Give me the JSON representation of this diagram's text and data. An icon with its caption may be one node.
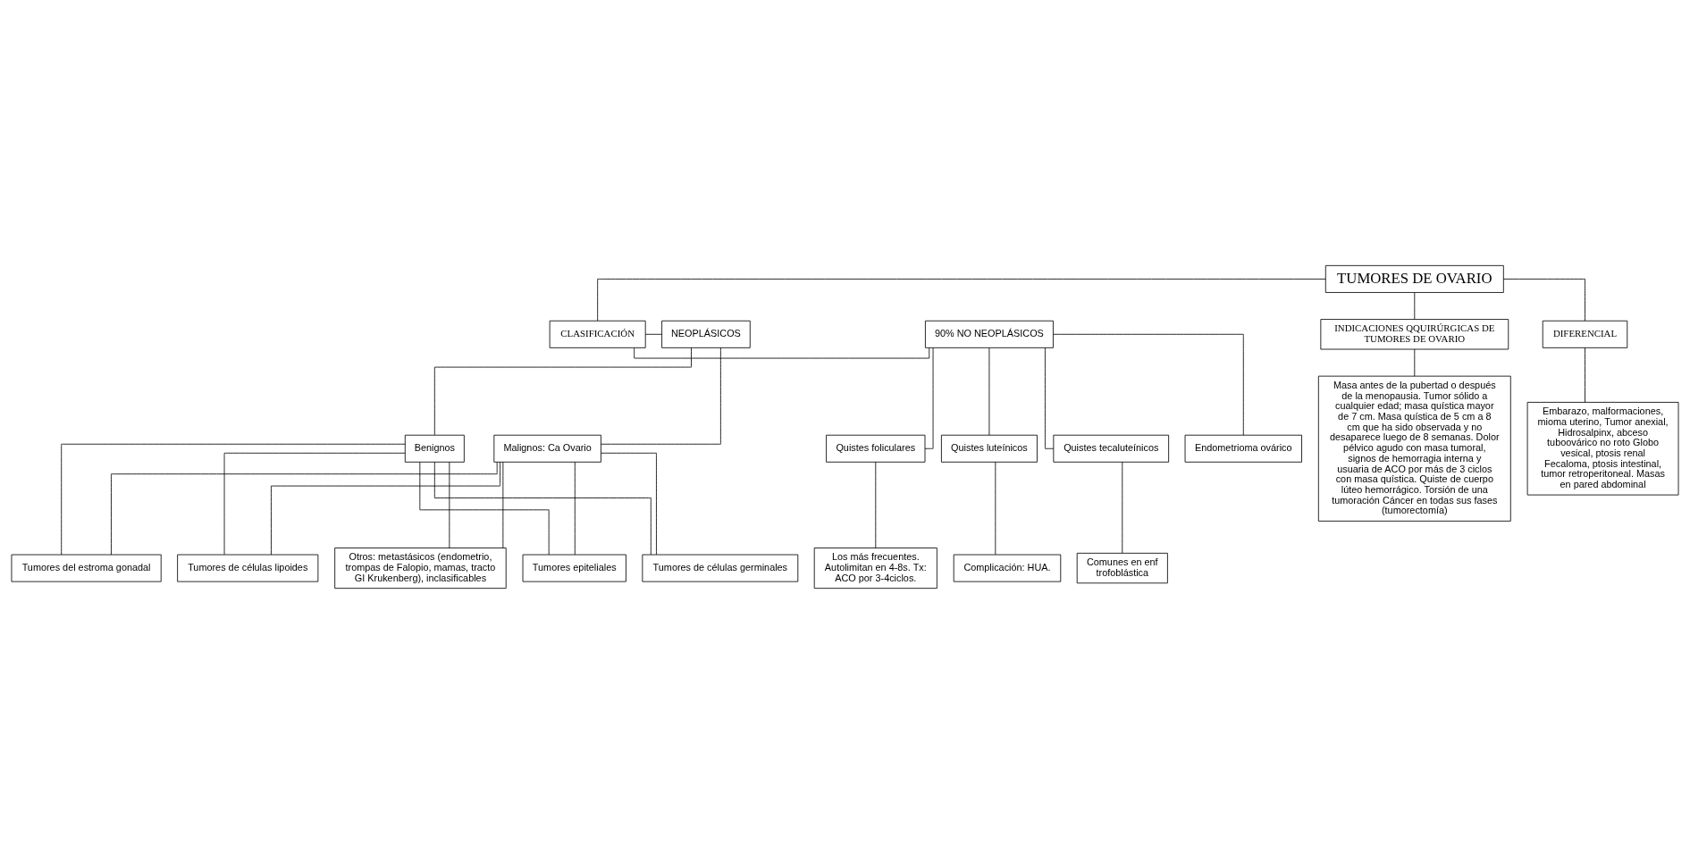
{
  "diagram": {
    "nodes": [
      {
        "text": [
          "TUMORES DE OVARIO"
        ]
      },
      {
        "text": [
          "90% NO NEOPLÁSICOS"
        ]
      },
      {
        "text": [
          "CLASIFICACIÓN"
        ]
      },
      {
        "text": [
          "NEOPLÁSICOS"
        ]
      },
      {
        "text": [
          "DIFERENCIAL"
        ]
      },
      {
        "text": [
          "INDICACIONES QQUIRÚRGICAS DE TUMORES DE OVARIO"
        ]
      },
      {
        "text": [
          "Quistes foliculares"
        ]
      },
      {
        "text": [
          "Los más frecuentes. Autolimitan en 4-8s. Tx: ACO por 3-4ciclos."
        ]
      },
      {
        "text": [
          "Quistes luteínicos"
        ]
      },
      {
        "text": [
          "Complicación: HUA."
        ]
      },
      {
        "text": [
          "Quistes tecaluteínicos"
        ]
      },
      {
        "text": [
          "Comunes en enf trofoblástica"
        ]
      },
      {
        "text": [
          "Endometrioma ovárico"
        ]
      },
      {
        "text": [
          "Benignos"
        ]
      },
      {
        "text": [
          "Malignos: Ca Ovario"
        ]
      },
      {
        "text": [
          "Tumores epiteliales"
        ]
      },
      {
        "text": [
          "Tumores de células germinales"
        ]
      },
      {
        "text": [
          "Tumores del estroma gonadal"
        ]
      },
      {
        "text": [
          "Tumores de células lipoides"
        ]
      },
      {
        "text": [
          "Otros: metastásicos (endometrio, trompas de Falopio, mamas, tracto GI Krukenberg), inclasificables"
        ]
      },
      {
        "text": [
          "Embarazo, malformaciones, mioma uterino, Tumor anexial, Hidrosalpinx, abceso tuboovárico no roto Globo vesical, ptosis renal Fecaloma, ptosis intestinal, tumor retroperitoneal. Masas en pared abdominal"
        ]
      },
      {
        "text": [
          "Masa antes de la pubertad o después de la menopausia. Tumor sólido a cualquier edad; masa quística mayor de 7 cm. Masa quística de 5 cm a 8 cm que ha sido observada y no desaparece luego de 8 semanas. Dolor pélvico agudo con masa tumoral, signos de hemorragia interna y usuaria de ACO por más de 3 ciclos con masa quística. Quiste de cuerpo lúteo hemorrágico. Torsión de una tumoración Cáncer en todas sus fases (tumorectomía)"
        ]
      }
    ],
    "edges": [
      {
        "from": 0,
        "to": 2,
        "arrow": "none"
      },
      {
        "from": 0,
        "to": 4,
        "arrow": "none"
      },
      {
        "from": 0,
        "to": 5,
        "arrow": "none"
      },
      {
        "from": 2,
        "to": 1,
        "arrow": "none"
      },
      {
        "from": 2,
        "to": 3,
        "arrow": "none"
      },
      {
        "from": 1,
        "to": 6,
        "arrow": "none"
      },
      {
        "from": 6,
        "to": 7,
        "arrow": "none"
      },
      {
        "from": 1,
        "to": 8,
        "arrow": "none"
      },
      {
        "from": 8,
        "to": 9,
        "arrow": "none"
      },
      {
        "from": 1,
        "to": 10,
        "arrow": "none"
      },
      {
        "from": 10,
        "to": 11,
        "arrow": "none"
      },
      {
        "from": 1,
        "to": 12,
        "arrow": "none"
      },
      {
        "from": 3,
        "to": 13,
        "arrow": "none"
      },
      {
        "from": 3,
        "to": 14,
        "arrow": "none"
      },
      {
        "from": 13,
        "to": 15,
        "arrow": "none"
      },
      {
        "from": 13,
        "to": 16,
        "arrow": "none"
      },
      {
        "from": 13,
        "to": 17,
        "arrow": "none"
      },
      {
        "from": 13,
        "to": 18,
        "arrow": "none"
      },
      {
        "from": 13,
        "to": 19,
        "arrow": "none"
      },
      {
        "from": 14,
        "to": 15,
        "arrow": "none"
      },
      {
        "from": 14,
        "to": 16,
        "arrow": "none"
      },
      {
        "from": 14,
        "to": 17,
        "arrow": "none"
      },
      {
        "from": 14,
        "to": 18,
        "arrow": "none"
      },
      {
        "from": 14,
        "to": 19,
        "arrow": "none"
      },
      {
        "from": 4,
        "to": 20,
        "arrow": "none"
      },
      {
        "from": 5,
        "to": 21,
        "arrow": "none"
      }
    ]
  }
}
